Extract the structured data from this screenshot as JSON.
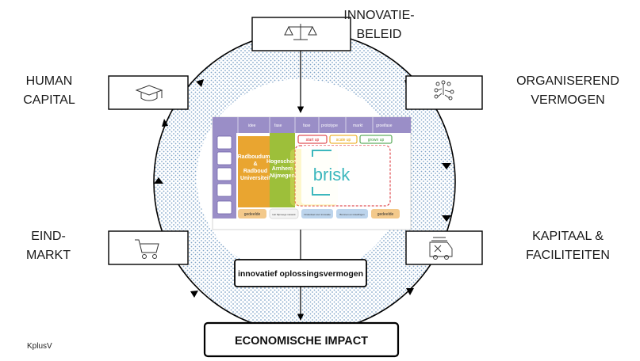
{
  "labels": {
    "innovatiebeleid": [
      "INNOVATIE-",
      "BELEID"
    ],
    "human_capital": [
      "HUMAN",
      "CAPITAL"
    ],
    "organiserend_vermogen": [
      "ORGANISEREND",
      "VERMOGEN"
    ],
    "eindmarkt": [
      "EIND-",
      "MARKT"
    ],
    "kapitaal_faciliteiten": [
      "KAPITAAL &",
      "FACILITEITEN"
    ]
  },
  "center_box": "innovatief oplossingsvermogen",
  "impact_box": "ECONOMISCHE IMPACT",
  "footer": "KplusV",
  "inset": {
    "header_cols": [
      "idee",
      "fase",
      "fase",
      "prototype",
      "markt",
      "groeifase"
    ],
    "stage_tags": [
      "start up",
      "scale up",
      "grown up"
    ],
    "block_radboud": [
      "Radboudumc",
      "&",
      "Radboud",
      "Universiteit"
    ],
    "block_han": [
      "Hogeschool",
      "Arnhem",
      "Nijmegen"
    ],
    "brand": "brisk",
    "bottom_pills": [
      "gedeelde",
      "Het Nijmeegs netwerk",
      "Onderdeel voor innovatie",
      "Bronnen en instellingen",
      "gedeelde"
    ]
  },
  "colors": {
    "ring_dots": "#7fa4c8",
    "inset_purple": "#9a8ec7",
    "block_orange": "#e9a530",
    "block_green": "#9dbf3a",
    "brand_teal": "#3cb7bd",
    "tag_red": "#d9252b",
    "tag_orange": "#e8a000",
    "tag_green": "#3a9a3a"
  },
  "icons": [
    "scales-icon",
    "graduation-cap-icon",
    "network-icon",
    "cart-icon",
    "van-tools-icon"
  ]
}
